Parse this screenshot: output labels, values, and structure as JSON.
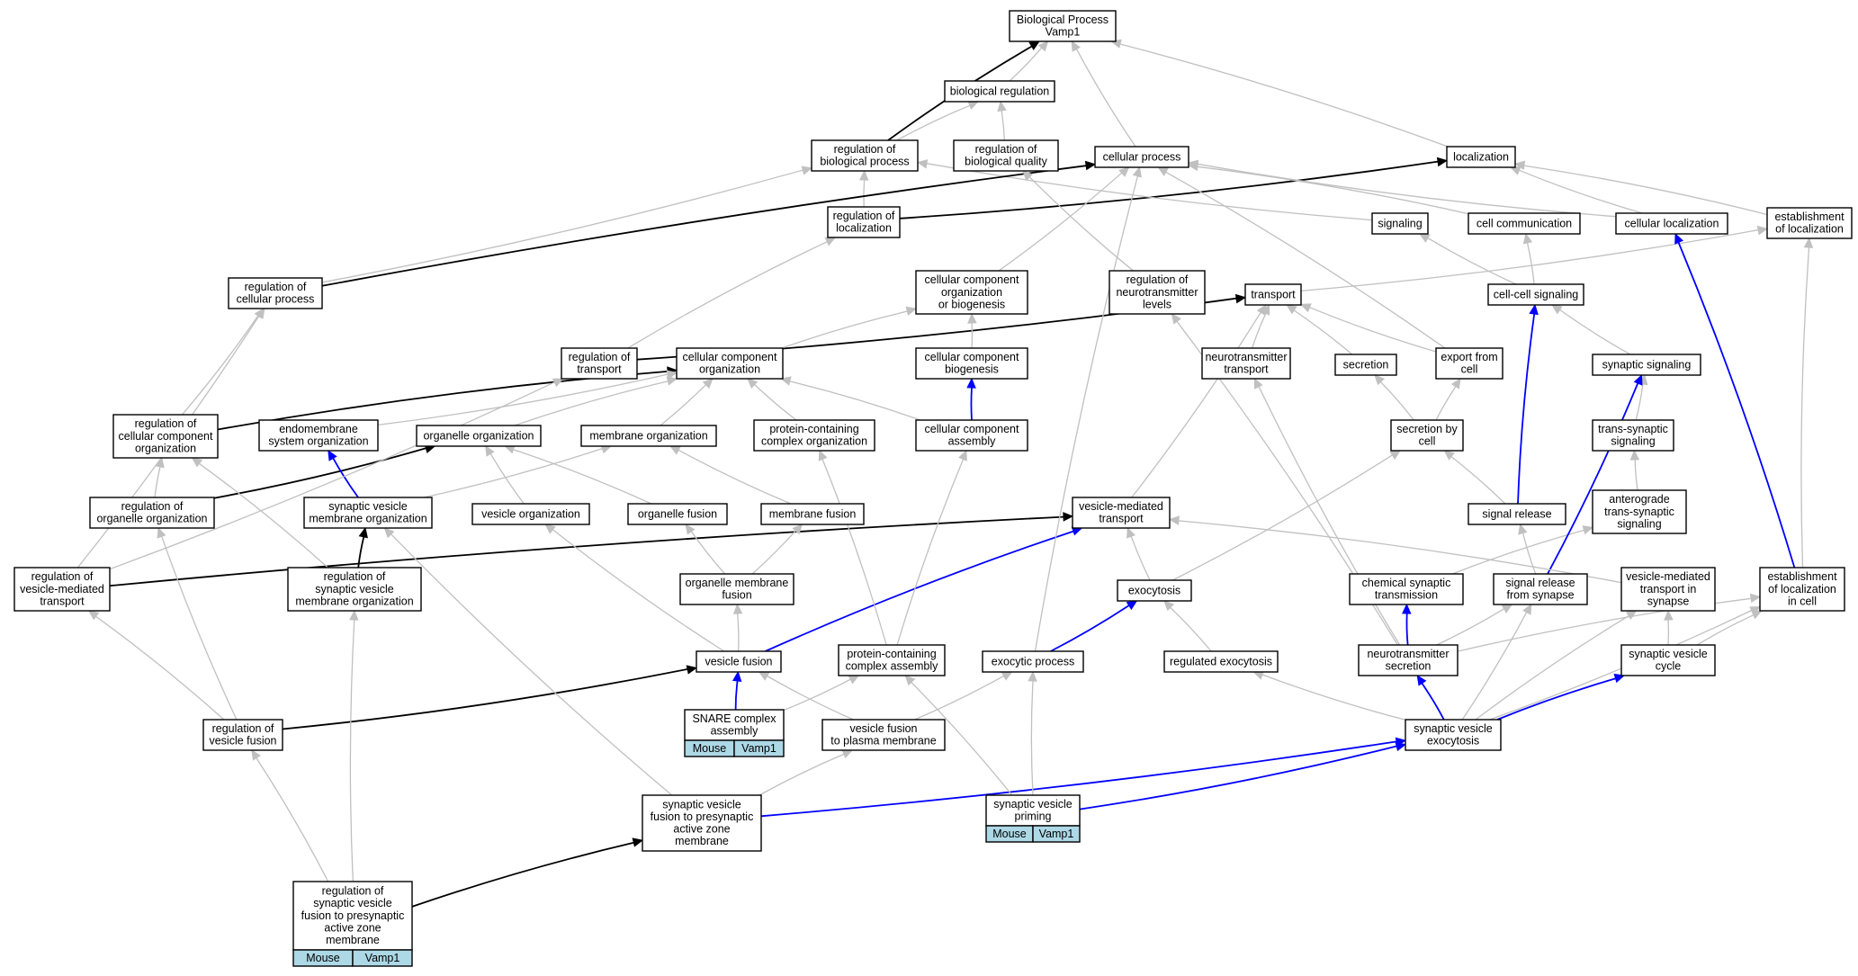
{
  "colors": {
    "gray": "#c0c0c0",
    "black": "#000000",
    "blue": "#0000ff",
    "tag_fill": "#add8e6"
  },
  "nodes": [
    {
      "id": "bp",
      "lines": [
        "Biological Process",
        "Vamp1"
      ]
    },
    {
      "id": "breg",
      "lines": [
        "biological regulation"
      ]
    },
    {
      "id": "regbp",
      "lines": [
        "regulation of",
        "biological process"
      ]
    },
    {
      "id": "regbq",
      "lines": [
        "regulation of",
        "biological quality"
      ]
    },
    {
      "id": "cproc",
      "lines": [
        "cellular process"
      ]
    },
    {
      "id": "loc",
      "lines": [
        "localization"
      ]
    },
    {
      "id": "estloc",
      "lines": [
        "establishment",
        "of localization"
      ]
    },
    {
      "id": "regloc",
      "lines": [
        "regulation of",
        "localization"
      ]
    },
    {
      "id": "signaling",
      "lines": [
        "signaling"
      ]
    },
    {
      "id": "cellcomm",
      "lines": [
        "cell communication"
      ]
    },
    {
      "id": "cellloc",
      "lines": [
        "cellular localization"
      ]
    },
    {
      "id": "regcp",
      "lines": [
        "regulation of",
        "cellular process"
      ]
    },
    {
      "id": "ccob",
      "lines": [
        "cellular component",
        "organization",
        "or biogenesis"
      ]
    },
    {
      "id": "regnt",
      "lines": [
        "regulation of",
        "neurotransmitter",
        "levels"
      ]
    },
    {
      "id": "transport",
      "lines": [
        "transport"
      ]
    },
    {
      "id": "ccsig",
      "lines": [
        "cell-cell signaling"
      ]
    },
    {
      "id": "regtr",
      "lines": [
        "regulation of",
        "transport"
      ]
    },
    {
      "id": "cco",
      "lines": [
        "cellular component",
        "organization"
      ]
    },
    {
      "id": "ccb",
      "lines": [
        "cellular component",
        "biogenesis"
      ]
    },
    {
      "id": "nttr",
      "lines": [
        "neurotransmitter",
        "transport"
      ]
    },
    {
      "id": "secretion",
      "lines": [
        "secretion"
      ]
    },
    {
      "id": "export",
      "lines": [
        "export from",
        "cell"
      ]
    },
    {
      "id": "synsig",
      "lines": [
        "synaptic signaling"
      ]
    },
    {
      "id": "regcco",
      "lines": [
        "regulation of",
        "cellular component",
        "organization"
      ]
    },
    {
      "id": "endo",
      "lines": [
        "endomembrane",
        "system organization"
      ]
    },
    {
      "id": "orgorg",
      "lines": [
        "organelle organization"
      ]
    },
    {
      "id": "memorg",
      "lines": [
        "membrane organization"
      ]
    },
    {
      "id": "pcco",
      "lines": [
        "protein-containing",
        "complex organization"
      ]
    },
    {
      "id": "cca",
      "lines": [
        "cellular component",
        "assembly"
      ]
    },
    {
      "id": "secbycell",
      "lines": [
        "secretion by",
        "cell"
      ]
    },
    {
      "id": "transsyn",
      "lines": [
        "trans-synaptic",
        "signaling"
      ]
    },
    {
      "id": "regoo",
      "lines": [
        "regulation of",
        "organelle organization"
      ]
    },
    {
      "id": "svmo",
      "lines": [
        "synaptic vesicle",
        "membrane organization"
      ]
    },
    {
      "id": "vesorg",
      "lines": [
        "vesicle organization"
      ]
    },
    {
      "id": "orgfus",
      "lines": [
        "organelle fusion"
      ]
    },
    {
      "id": "memfus",
      "lines": [
        "membrane fusion"
      ]
    },
    {
      "id": "vmt",
      "lines": [
        "vesicle-mediated",
        "transport"
      ]
    },
    {
      "id": "sigrel",
      "lines": [
        "signal release"
      ]
    },
    {
      "id": "antero",
      "lines": [
        "anterograde",
        "trans-synaptic",
        "signaling"
      ]
    },
    {
      "id": "regvmt",
      "lines": [
        "regulation of",
        "vesicle-mediated",
        "transport"
      ]
    },
    {
      "id": "regsvmo",
      "lines": [
        "regulation of",
        "synaptic vesicle",
        "membrane organization"
      ]
    },
    {
      "id": "omf",
      "lines": [
        "organelle membrane",
        "fusion"
      ]
    },
    {
      "id": "exocytosis",
      "lines": [
        "exocytosis"
      ]
    },
    {
      "id": "chemsyn",
      "lines": [
        "chemical synaptic",
        "transmission"
      ]
    },
    {
      "id": "sigrelsyn",
      "lines": [
        "signal release",
        "from synapse"
      ]
    },
    {
      "id": "vmtsyn",
      "lines": [
        "vesicle-mediated",
        "transport in",
        "synapse"
      ]
    },
    {
      "id": "estloccell",
      "lines": [
        "establishment",
        "of localization",
        "in cell"
      ]
    },
    {
      "id": "vesfus",
      "lines": [
        "vesicle fusion"
      ]
    },
    {
      "id": "pcca",
      "lines": [
        "protein-containing",
        "complex assembly"
      ]
    },
    {
      "id": "exoproc",
      "lines": [
        "exocytic process"
      ]
    },
    {
      "id": "regexo",
      "lines": [
        "regulated exocytosis"
      ]
    },
    {
      "id": "ntsec",
      "lines": [
        "neurotransmitter",
        "secretion"
      ]
    },
    {
      "id": "svcycle",
      "lines": [
        "synaptic vesicle",
        "cycle"
      ]
    },
    {
      "id": "regvf",
      "lines": [
        "regulation of",
        "vesicle fusion"
      ]
    },
    {
      "id": "snare",
      "lines": [
        "SNARE complex",
        "assembly"
      ],
      "tags": [
        "Mouse",
        "Vamp1"
      ]
    },
    {
      "id": "vfpm",
      "lines": [
        "vesicle fusion",
        "to plasma membrane"
      ]
    },
    {
      "id": "svexo",
      "lines": [
        "synaptic vesicle",
        "exocytosis"
      ]
    },
    {
      "id": "svfpaz",
      "lines": [
        "synaptic vesicle",
        "fusion to presynaptic",
        "active zone",
        "membrane"
      ]
    },
    {
      "id": "svprim",
      "lines": [
        "synaptic vesicle",
        "priming"
      ],
      "tags": [
        "Mouse",
        "Vamp1"
      ]
    },
    {
      "id": "regsvf",
      "lines": [
        "regulation of",
        "synaptic vesicle",
        "fusion to presynaptic",
        "active zone",
        "membrane"
      ],
      "tags": [
        "Mouse",
        "Vamp1"
      ]
    }
  ],
  "edges": [
    {
      "from": "regbp",
      "to": "bp",
      "color": "black"
    },
    {
      "from": "breg",
      "to": "bp",
      "color": "gray"
    },
    {
      "from": "cproc",
      "to": "bp",
      "color": "gray"
    },
    {
      "from": "loc",
      "to": "bp",
      "color": "gray"
    },
    {
      "from": "regbp",
      "to": "breg",
      "color": "gray"
    },
    {
      "from": "regbq",
      "to": "breg",
      "color": "gray"
    },
    {
      "from": "cellloc",
      "to": "loc",
      "color": "gray"
    },
    {
      "from": "estloc",
      "to": "loc",
      "color": "gray"
    },
    {
      "from": "regloc",
      "to": "regbp",
      "color": "gray"
    },
    {
      "from": "regloc",
      "to": "loc",
      "color": "black"
    },
    {
      "from": "signaling",
      "to": "regbp",
      "color": "gray"
    },
    {
      "from": "cellcomm",
      "to": "cproc",
      "color": "gray"
    },
    {
      "from": "cellloc",
      "to": "cproc",
      "color": "gray"
    },
    {
      "from": "regcp",
      "to": "regbp",
      "color": "gray"
    },
    {
      "from": "regcp",
      "to": "cproc",
      "color": "black"
    },
    {
      "from": "ccob",
      "to": "cproc",
      "color": "gray"
    },
    {
      "from": "regnt",
      "to": "regbq",
      "color": "gray"
    },
    {
      "from": "transport",
      "to": "estloc",
      "color": "gray"
    },
    {
      "from": "ccsig",
      "to": "signaling",
      "color": "gray"
    },
    {
      "from": "ccsig",
      "to": "cellcomm",
      "color": "gray"
    },
    {
      "from": "regtr",
      "to": "regloc",
      "color": "gray"
    },
    {
      "from": "regtr",
      "to": "transport",
      "color": "black"
    },
    {
      "from": "cco",
      "to": "ccob",
      "color": "gray"
    },
    {
      "from": "ccb",
      "to": "ccob",
      "color": "gray"
    },
    {
      "from": "nttr",
      "to": "transport",
      "color": "gray"
    },
    {
      "from": "secretion",
      "to": "transport",
      "color": "gray"
    },
    {
      "from": "export",
      "to": "transport",
      "color": "gray"
    },
    {
      "from": "export",
      "to": "cproc",
      "color": "gray"
    },
    {
      "from": "synsig",
      "to": "ccsig",
      "color": "gray"
    },
    {
      "from": "regcco",
      "to": "regcp",
      "color": "gray"
    },
    {
      "from": "regcco",
      "to": "cco",
      "color": "black"
    },
    {
      "from": "endo",
      "to": "cco",
      "color": "gray"
    },
    {
      "from": "orgorg",
      "to": "cco",
      "color": "gray"
    },
    {
      "from": "memorg",
      "to": "cco",
      "color": "gray"
    },
    {
      "from": "pcco",
      "to": "cco",
      "color": "gray"
    },
    {
      "from": "cca",
      "to": "cco",
      "color": "gray"
    },
    {
      "from": "cca",
      "to": "ccb",
      "color": "blue"
    },
    {
      "from": "secbycell",
      "to": "secretion",
      "color": "gray"
    },
    {
      "from": "secbycell",
      "to": "export",
      "color": "gray"
    },
    {
      "from": "transsyn",
      "to": "synsig",
      "color": "gray"
    },
    {
      "from": "regoo",
      "to": "regcco",
      "color": "gray"
    },
    {
      "from": "regoo",
      "to": "orgorg",
      "color": "black"
    },
    {
      "from": "svmo",
      "to": "endo",
      "color": "blue"
    },
    {
      "from": "svmo",
      "to": "memorg",
      "color": "gray"
    },
    {
      "from": "vesorg",
      "to": "orgorg",
      "color": "gray"
    },
    {
      "from": "orgfus",
      "to": "orgorg",
      "color": "gray"
    },
    {
      "from": "memfus",
      "to": "memorg",
      "color": "gray"
    },
    {
      "from": "vmt",
      "to": "transport",
      "color": "gray"
    },
    {
      "from": "sigrel",
      "to": "ccsig",
      "color": "blue"
    },
    {
      "from": "sigrel",
      "to": "secbycell",
      "color": "gray"
    },
    {
      "from": "antero",
      "to": "transsyn",
      "color": "gray"
    },
    {
      "from": "regvmt",
      "to": "regtr",
      "color": "gray"
    },
    {
      "from": "regvmt",
      "to": "vmt",
      "color": "black"
    },
    {
      "from": "regvmt",
      "to": "regcp",
      "color": "gray"
    },
    {
      "from": "regsvmo",
      "to": "svmo",
      "color": "black"
    },
    {
      "from": "regsvmo",
      "to": "regcco",
      "color": "gray"
    },
    {
      "from": "omf",
      "to": "orgfus",
      "color": "gray"
    },
    {
      "from": "omf",
      "to": "memfus",
      "color": "gray"
    },
    {
      "from": "exocytosis",
      "to": "vmt",
      "color": "gray"
    },
    {
      "from": "exocytosis",
      "to": "secbycell",
      "color": "gray"
    },
    {
      "from": "chemsyn",
      "to": "antero",
      "color": "gray"
    },
    {
      "from": "sigrelsyn",
      "to": "synsig",
      "color": "blue"
    },
    {
      "from": "sigrelsyn",
      "to": "sigrel",
      "color": "gray"
    },
    {
      "from": "vmtsyn",
      "to": "vmt",
      "color": "gray"
    },
    {
      "from": "estloccell",
      "to": "estloc",
      "color": "gray"
    },
    {
      "from": "estloccell",
      "to": "cellloc",
      "color": "blue"
    },
    {
      "from": "vesfus",
      "to": "vesorg",
      "color": "gray"
    },
    {
      "from": "vesfus",
      "to": "omf",
      "color": "gray"
    },
    {
      "from": "vesfus",
      "to": "vmt",
      "color": "blue"
    },
    {
      "from": "pcca",
      "to": "pcco",
      "color": "gray"
    },
    {
      "from": "pcca",
      "to": "cca",
      "color": "gray"
    },
    {
      "from": "exoproc",
      "to": "exocytosis",
      "color": "blue"
    },
    {
      "from": "exoproc",
      "to": "cproc",
      "color": "gray"
    },
    {
      "from": "regexo",
      "to": "exocytosis",
      "color": "gray"
    },
    {
      "from": "ntsec",
      "to": "chemsyn",
      "color": "blue"
    },
    {
      "from": "ntsec",
      "to": "sigrelsyn",
      "color": "gray"
    },
    {
      "from": "ntsec",
      "to": "nttr",
      "color": "gray"
    },
    {
      "from": "ntsec",
      "to": "regnt",
      "color": "gray"
    },
    {
      "from": "ntsec",
      "to": "estloccell",
      "color": "gray"
    },
    {
      "from": "svcycle",
      "to": "vmtsyn",
      "color": "gray"
    },
    {
      "from": "svcycle",
      "to": "estloccell",
      "color": "gray"
    },
    {
      "from": "regvf",
      "to": "vesfus",
      "color": "black"
    },
    {
      "from": "regvf",
      "to": "regoo",
      "color": "gray"
    },
    {
      "from": "regvf",
      "to": "regvmt",
      "color": "gray"
    },
    {
      "from": "snare",
      "to": "vesfus",
      "color": "blue"
    },
    {
      "from": "snare",
      "to": "pcca",
      "color": "gray"
    },
    {
      "from": "vfpm",
      "to": "vesfus",
      "color": "gray"
    },
    {
      "from": "vfpm",
      "to": "exoproc",
      "color": "gray"
    },
    {
      "from": "svexo",
      "to": "svcycle",
      "color": "blue"
    },
    {
      "from": "svexo",
      "to": "ntsec",
      "color": "blue"
    },
    {
      "from": "svexo",
      "to": "regexo",
      "color": "gray"
    },
    {
      "from": "svexo",
      "to": "sigrelsyn",
      "color": "gray"
    },
    {
      "from": "svexo",
      "to": "vmtsyn",
      "color": "gray"
    },
    {
      "from": "svexo",
      "to": "estloccell",
      "color": "gray"
    },
    {
      "from": "svfpaz",
      "to": "vfpm",
      "color": "gray"
    },
    {
      "from": "svfpaz",
      "to": "svexo",
      "color": "blue"
    },
    {
      "from": "svfpaz",
      "to": "svmo",
      "color": "gray"
    },
    {
      "from": "svprim",
      "to": "svexo",
      "color": "blue"
    },
    {
      "from": "svprim",
      "to": "exoproc",
      "color": "gray"
    },
    {
      "from": "svprim",
      "to": "pcca",
      "color": "gray"
    },
    {
      "from": "regsvf",
      "to": "svfpaz",
      "color": "black"
    },
    {
      "from": "regsvf",
      "to": "regvf",
      "color": "gray"
    },
    {
      "from": "regsvf",
      "to": "regsvmo",
      "color": "gray"
    }
  ]
}
